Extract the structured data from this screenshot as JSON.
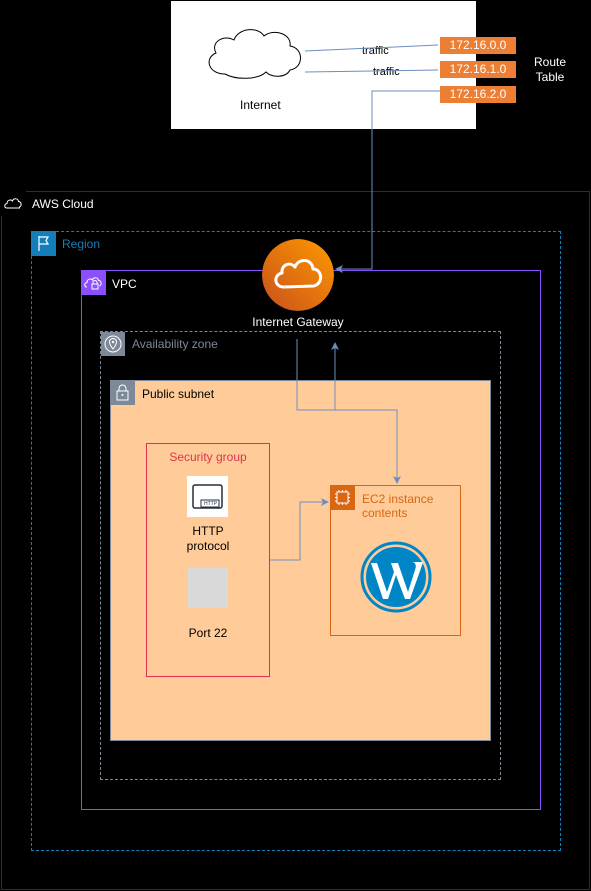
{
  "internet": {
    "label": "Internet"
  },
  "connections": {
    "traffic_1": "traffic",
    "traffic_2": "traffic"
  },
  "route_table": {
    "label_line1": "Route",
    "label_line2": "Table",
    "routes": [
      "172.16.0.0",
      "172.16.1.0",
      "172.16.2.0"
    ]
  },
  "aws_cloud": {
    "label": "AWS Cloud"
  },
  "region": {
    "label": "Region"
  },
  "vpc": {
    "label": "VPC"
  },
  "internet_gateway": {
    "label": "Internet Gateway"
  },
  "availability_zone": {
    "label": "Availability zone"
  },
  "public_subnet": {
    "label": "Public subnet"
  },
  "security_group": {
    "label": "Security group",
    "http_label_line1": "HTTP",
    "http_label_line2": "protocol",
    "http_icon_text": "HTTP",
    "port_label": "Port 22"
  },
  "ec2": {
    "label_line1": "EC2 instance",
    "label_line2": "contents"
  },
  "colors": {
    "aws_orange": "#ED7F34",
    "cloud_border": "#232F3E",
    "region_blue": "#147EBA",
    "vpc_purple": "#8C4FFF",
    "az_gray": "#7D8998",
    "subnet_fill": "#FFCC99",
    "security_red": "#DD344C",
    "ec2_orange": "#D86613",
    "connector": "#6C8EBF",
    "wordpress_blue": "#0086C6"
  },
  "icons": [
    "cloud-icon",
    "aws-cloud-icon",
    "region-flag-icon",
    "vpc-cloud-icon",
    "internet-gateway-icon",
    "location-pin-icon",
    "padlock-icon",
    "http-icon",
    "ec2-chip-icon",
    "wordpress-icon"
  ]
}
